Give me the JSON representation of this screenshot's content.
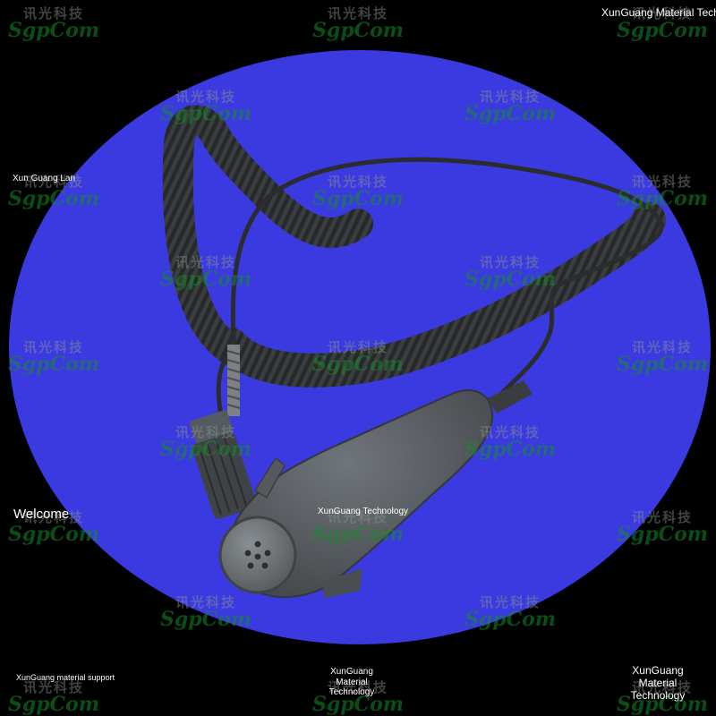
{
  "captions": {
    "top_right": "XunGuang Material Technology",
    "left_mid": "Xun Guang Lan",
    "welcome": "Welcome",
    "center": "XunGuang Technology",
    "bottom_left": "XunGuang material support",
    "bottom_center": "XunGuang Material\nTechnology",
    "bottom_right": "XunGuang Material\nTechnology"
  },
  "watermark": {
    "cn": "讯光科技",
    "en": "SgpCom"
  },
  "colors": {
    "background": "#000000",
    "backdrop": "#3a3ae0",
    "cable": "#2c2e2f",
    "device": "#55595c",
    "watermark_green": "#148c28"
  }
}
